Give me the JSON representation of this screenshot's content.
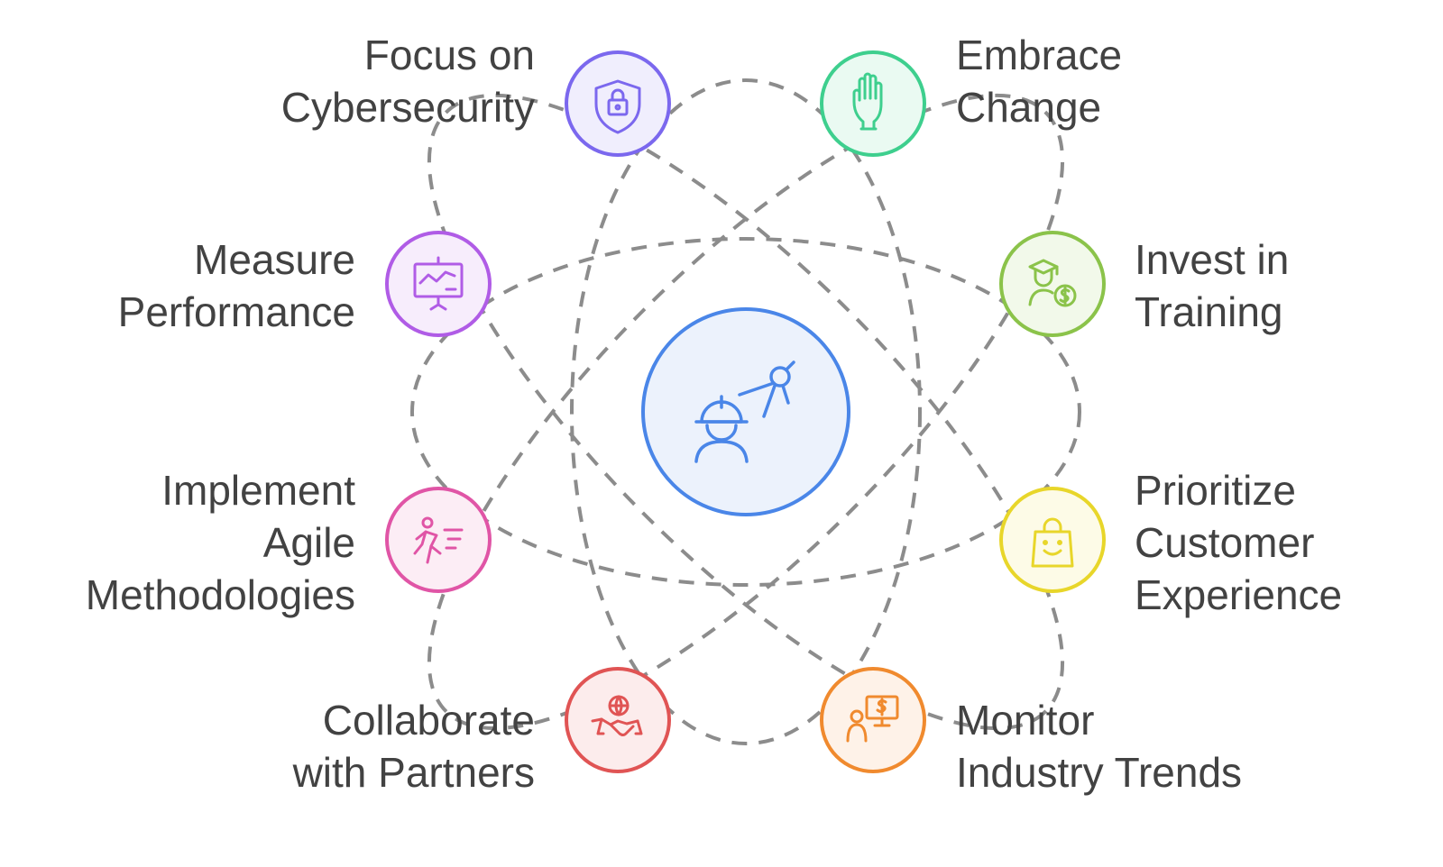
{
  "diagram": {
    "center": {
      "icon": "engineer-with-compass-icon",
      "color": "#4a86e8",
      "fill": "#ecf2fc"
    },
    "nodes": [
      {
        "id": "cybersecurity",
        "lines": [
          "Focus on",
          "Cybersecurity"
        ],
        "icon": "shield-lock-icon",
        "color": "#7b68ee",
        "fill": "#f0eefd"
      },
      {
        "id": "change",
        "lines": [
          "Embrace",
          "Change"
        ],
        "icon": "raised-hand-icon",
        "color": "#3ecf8e",
        "fill": "#eafaf2"
      },
      {
        "id": "performance",
        "lines": [
          "Measure",
          "Performance"
        ],
        "icon": "presentation-chart-icon",
        "color": "#b05ce6",
        "fill": "#f7edfc"
      },
      {
        "id": "training",
        "lines": [
          "Invest in",
          "Training"
        ],
        "icon": "graduate-coin-icon",
        "color": "#8bc34a",
        "fill": "#f2f9ea"
      },
      {
        "id": "agile",
        "lines": [
          "Implement",
          "Agile",
          "Methodologies"
        ],
        "icon": "running-person-icon",
        "color": "#e055a6",
        "fill": "#fcedf5"
      },
      {
        "id": "customer",
        "lines": [
          "Prioritize",
          "Customer",
          "Experience"
        ],
        "icon": "smiling-bag-icon",
        "color": "#e8d62a",
        "fill": "#fdfbe7"
      },
      {
        "id": "partners",
        "lines": [
          "Collaborate",
          "with Partners"
        ],
        "icon": "handshake-globe-icon",
        "color": "#e05454",
        "fill": "#fcecec"
      },
      {
        "id": "trends",
        "lines": [
          "Monitor",
          "Industry Trends"
        ],
        "icon": "monitor-analyst-icon",
        "color": "#f08a2e",
        "fill": "#fef2e8"
      }
    ]
  }
}
